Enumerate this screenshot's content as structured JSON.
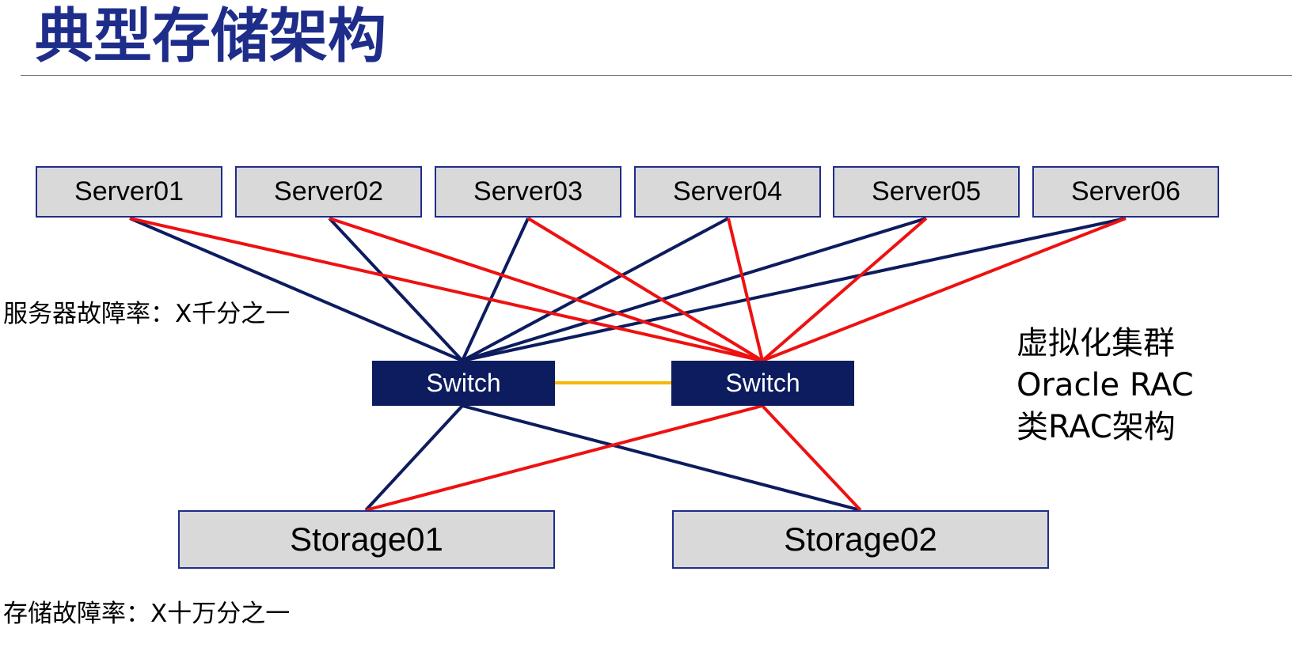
{
  "title": "典型存储架构",
  "servers": [
    "Server01",
    "Server02",
    "Server03",
    "Server04",
    "Server05",
    "Server06"
  ],
  "switches": [
    "Switch",
    "Switch"
  ],
  "storages": [
    "Storage01",
    "Storage02"
  ],
  "notes": {
    "server_failure": "服务器故障率：X千分之一",
    "storage_failure": "存储故障率：X十万分之一"
  },
  "side_labels": [
    "虚拟化集群",
    "Oracle RAC",
    "类RAC架构"
  ],
  "colors": {
    "primary_link": "#0c1c5e",
    "secondary_link": "#ee1111",
    "interconnect": "#f5b800",
    "box_fill": "#d9d9d9",
    "switch_fill": "#0c1c5e",
    "title": "#1f2d8a"
  }
}
